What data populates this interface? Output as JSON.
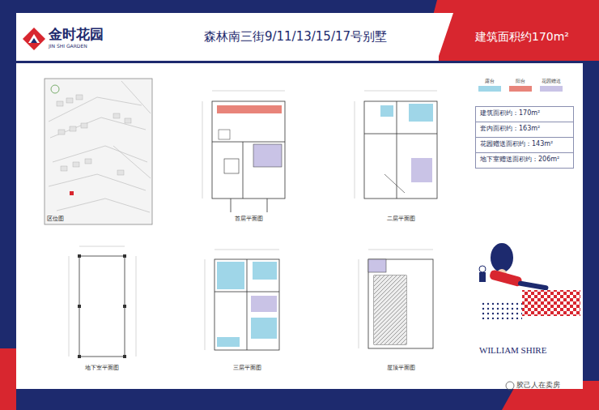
{
  "diagram": {
    "title": "森林南三街9/11/13/15/17号别墅",
    "nodes": [
      {
        "text": [
          "建筑面积约：170m²"
        ]
      },
      {
        "text": [
          "套内面积约：163m²"
        ]
      },
      {
        "text": [
          "花园赠送面积约：143m²"
        ]
      },
      {
        "text": [
          "地下室赠送面积约：206m²"
        ]
      }
    ],
    "labels": [
      "金时花园",
      "JIN SHI GARDEN",
      "建筑面积约170m²",
      "区位图",
      "首层平面图",
      "二层平面图",
      "地下室平面图",
      "三层平面图",
      "屋顶平面图",
      "WILLIAM SHIRE",
      "胶己人在卖房"
    ],
    "legend": [
      {
        "text": "露台",
        "color": "#9fd6e8"
      },
      {
        "text": "阳台",
        "color": "#e8847a"
      },
      {
        "text": "花园赠送",
        "color": "#c9c3e6"
      }
    ]
  }
}
